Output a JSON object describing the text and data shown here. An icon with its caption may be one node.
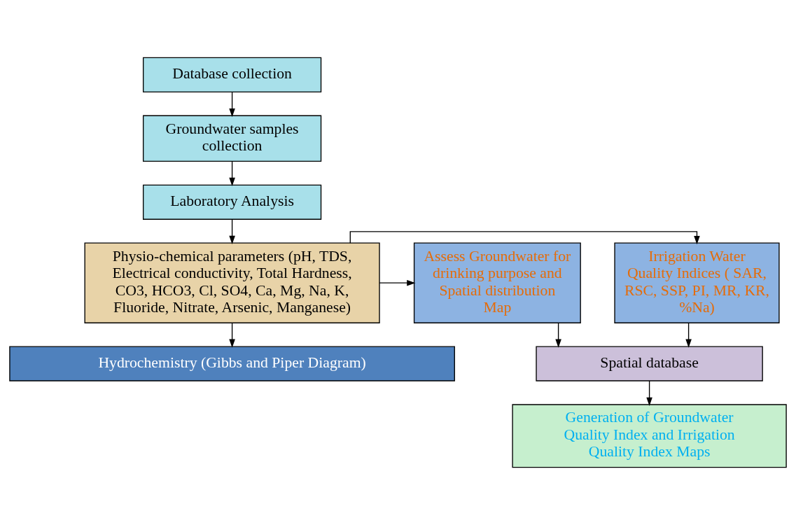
{
  "diagram": {
    "nodes": [
      {
        "text": [
          "Database collection"
        ]
      },
      {
        "text": [
          "Groundwater samples collection"
        ]
      },
      {
        "text": [
          "Laboratory Analysis"
        ]
      },
      {
        "text": [
          "Irrigation Water Quality Indices ( SAR, RSC, SSP, PI, MR, KR, %Na)"
        ]
      },
      {
        "text": [
          "Physio-chemical parameters (pH, TDS, Electrical conductivity, Total Hardness, CO3, HCO3, Cl, SO4, Ca, Mg, Na, K, Fluoride, Nitrate, Arsenic, Manganese)"
        ]
      },
      {
        "text": [
          "Assess Groundwater for drinking purpose and Spatial distribution Map"
        ]
      },
      {
        "text": [
          "Hydrochemistry (Gibbs and Piper Diagram)"
        ]
      },
      {
        "text": [
          "Spatial database"
        ]
      },
      {
        "text": [
          "Generation of Groundwater Quality Index and Irrigation Quality Index Maps"
        ]
      }
    ],
    "edges": [
      {
        "from": 0,
        "to": 1,
        "arrow": "to"
      },
      {
        "from": 1,
        "to": 2,
        "arrow": "to"
      },
      {
        "from": 2,
        "to": 4,
        "arrow": "to"
      },
      {
        "from": 4,
        "to": 3,
        "arrow": "to"
      },
      {
        "from": 4,
        "to": 5,
        "arrow": "to"
      },
      {
        "from": 4,
        "to": 6,
        "arrow": "to"
      },
      {
        "from": 3,
        "to": 7,
        "arrow": "to"
      },
      {
        "from": 5,
        "to": 7,
        "arrow": "to"
      },
      {
        "from": 7,
        "to": 8,
        "arrow": "to"
      }
    ]
  }
}
